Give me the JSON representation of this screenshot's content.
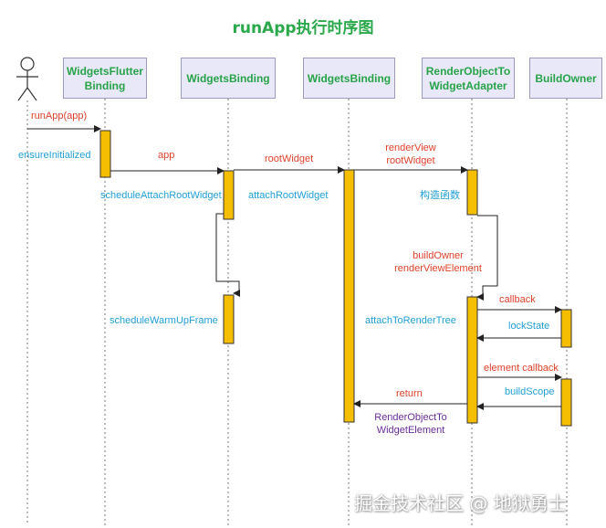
{
  "title": "runApp执行时序图",
  "participants": [
    {
      "id": "actor",
      "label": ""
    },
    {
      "id": "wfb",
      "label_line1": "WidgetsFlutter",
      "label_line2": "Binding"
    },
    {
      "id": "wb1",
      "label": "WidgetsBinding"
    },
    {
      "id": "wb2",
      "label": "WidgetsBinding"
    },
    {
      "id": "rota",
      "label_line1": "RenderObjectTo",
      "label_line2": "WidgetAdapter"
    },
    {
      "id": "bo",
      "label": "BuildOwner"
    }
  ],
  "messages": [
    {
      "id": "m1",
      "label": "runApp(app)",
      "color": "red"
    },
    {
      "id": "m2",
      "label": "ensureInitialized",
      "color": "blue"
    },
    {
      "id": "m3",
      "label": "app",
      "color": "red"
    },
    {
      "id": "m4",
      "label": "scheduleAttachRootWidget",
      "color": "blue"
    },
    {
      "id": "m5",
      "label": "rootWidget",
      "color": "red"
    },
    {
      "id": "m6",
      "label": "attachRootWidget",
      "color": "blue"
    },
    {
      "id": "m7",
      "label_line1": "renderView",
      "label_line2": "rootWidget",
      "color": "red"
    },
    {
      "id": "m8",
      "label": "构造函数",
      "color": "blue"
    },
    {
      "id": "m9",
      "label_line1": "buildOwner",
      "label_line2": "renderViewElement",
      "color": "red"
    },
    {
      "id": "m10",
      "label": "scheduleWarmUpFrame",
      "color": "blue"
    },
    {
      "id": "m11",
      "label": "callback",
      "color": "red"
    },
    {
      "id": "m12",
      "label": "attachToRenderTree",
      "color": "blue"
    },
    {
      "id": "m13",
      "label": "lockState",
      "color": "blue"
    },
    {
      "id": "m14",
      "label": "element  callback",
      "color": "red"
    },
    {
      "id": "m15",
      "label": "buildScope",
      "color": "blue"
    },
    {
      "id": "m16",
      "label": "return",
      "color": "red"
    },
    {
      "id": "m17",
      "label_line1": "RenderObjectTo",
      "label_line2": "WidgetElement",
      "color": "purple"
    }
  ],
  "colors": {
    "title": "#2aa84a",
    "participant_fill": "#e8e8f8",
    "participant_text": "#27a34a",
    "activation": "#f5be00",
    "red_text": "#e0412a",
    "blue_text": "#1f9fd6",
    "purple_text": "#6a2e9c"
  },
  "watermark": "掘金技术社区 @ 地狱勇士"
}
